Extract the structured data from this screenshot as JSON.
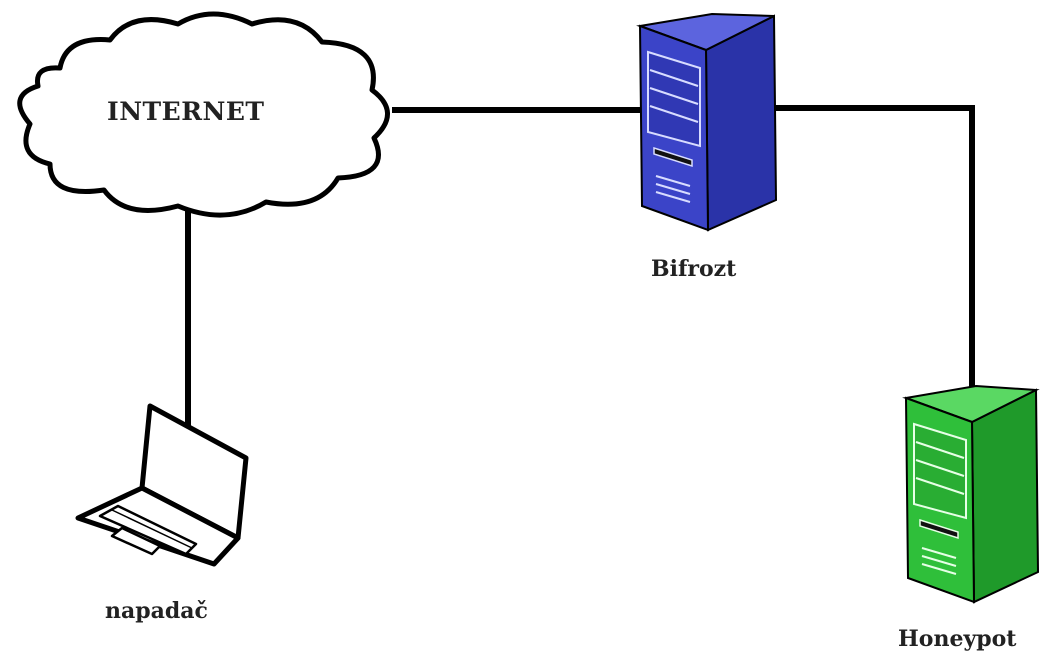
{
  "nodes": {
    "internet": {
      "label": "INTERNET"
    },
    "bifrozt": {
      "label": "Bifrozt",
      "color": "#3b44c8"
    },
    "attacker": {
      "label": "napadač"
    },
    "honeypot": {
      "label": "Honeypot",
      "color": "#2fbf3a"
    }
  },
  "connections": [
    {
      "from": "internet",
      "to": "bifrozt"
    },
    {
      "from": "bifrozt",
      "to": "honeypot"
    },
    {
      "from": "internet",
      "to": "attacker"
    }
  ]
}
